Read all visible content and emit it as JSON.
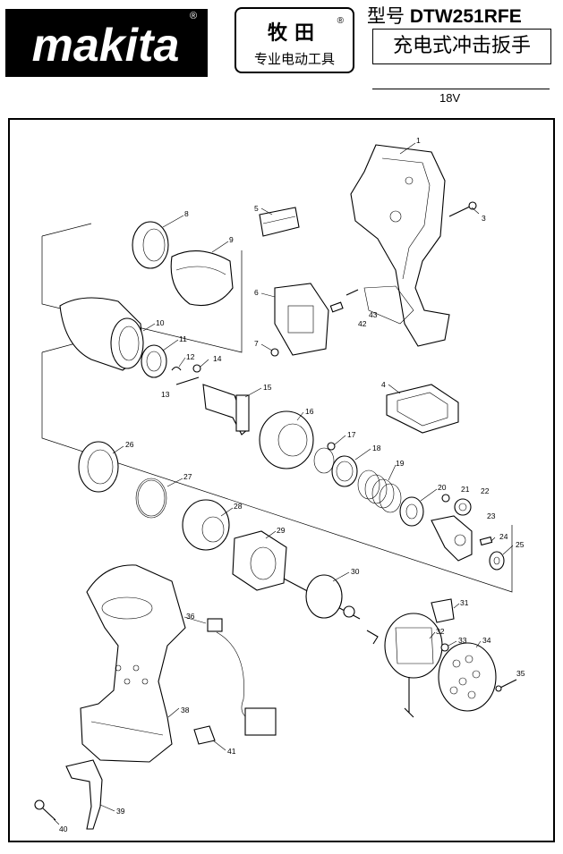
{
  "header": {
    "logo_text": "makita",
    "logo_registered": "®",
    "brand_name": "牧田",
    "brand_registered": "®",
    "brand_subtitle": "专业电动工具",
    "model_label": "型号",
    "model_code": "DTW251RFE",
    "product_name": "充电式冲击扳手",
    "voltage": "18V"
  },
  "parts": [
    {
      "id": "1"
    },
    {
      "id": "3"
    },
    {
      "id": "4"
    },
    {
      "id": "5"
    },
    {
      "id": "6"
    },
    {
      "id": "7"
    },
    {
      "id": "8"
    },
    {
      "id": "9"
    },
    {
      "id": "10"
    },
    {
      "id": "11"
    },
    {
      "id": "12"
    },
    {
      "id": "13"
    },
    {
      "id": "14"
    },
    {
      "id": "15"
    },
    {
      "id": "16"
    },
    {
      "id": "17"
    },
    {
      "id": "18"
    },
    {
      "id": "19"
    },
    {
      "id": "20"
    },
    {
      "id": "21"
    },
    {
      "id": "22"
    },
    {
      "id": "23"
    },
    {
      "id": "24"
    },
    {
      "id": "25"
    },
    {
      "id": "26"
    },
    {
      "id": "27"
    },
    {
      "id": "28"
    },
    {
      "id": "29"
    },
    {
      "id": "30"
    },
    {
      "id": "31"
    },
    {
      "id": "32"
    },
    {
      "id": "33"
    },
    {
      "id": "34"
    },
    {
      "id": "35"
    },
    {
      "id": "36"
    },
    {
      "id": "38"
    },
    {
      "id": "39"
    },
    {
      "id": "40"
    },
    {
      "id": "41"
    },
    {
      "id": "42"
    },
    {
      "id": "43"
    }
  ]
}
